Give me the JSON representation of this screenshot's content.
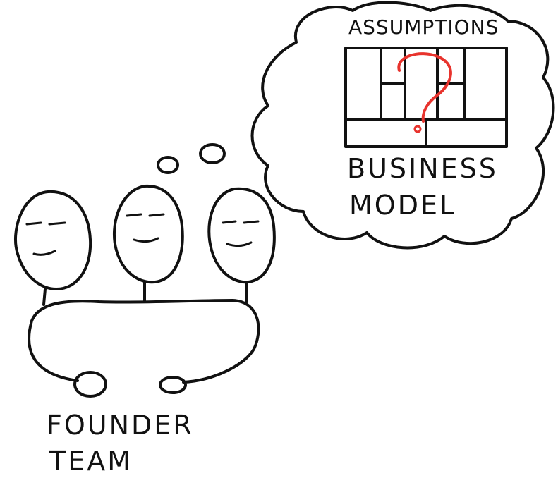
{
  "labels": {
    "founder_line1": "FOUNDER",
    "founder_line2": "TEAM",
    "assumptions": "ASSUMPTIONS",
    "model_line1": "BUSINESS",
    "model_line2": "MODEL"
  },
  "colors": {
    "ink": "#111111",
    "question_mark": "#e8332d",
    "background": "#ffffff"
  }
}
